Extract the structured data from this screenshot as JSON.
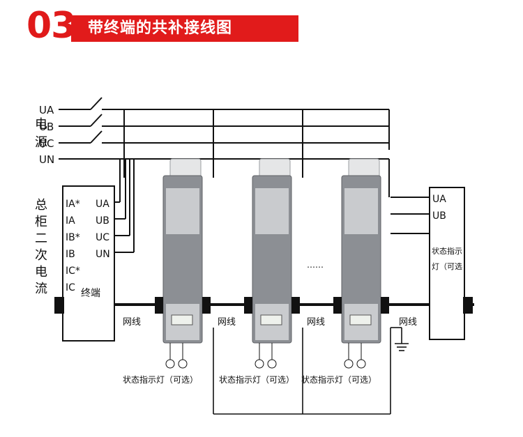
{
  "header": {
    "number": "03",
    "title": "带终端的共补接线图"
  },
  "source": {
    "chars": [
      "电",
      "源"
    ],
    "lines": [
      "UA",
      "UB",
      "UC",
      "UN"
    ]
  },
  "cabinet": {
    "chars": [
      "总",
      "柜",
      "二",
      "次",
      "电",
      "流"
    ],
    "inputs": [
      "IA*",
      "IA",
      "IB*",
      "IB",
      "IC*",
      "IC"
    ],
    "outputs": [
      "UA",
      "UB",
      "UC",
      "UN"
    ],
    "label": "终端"
  },
  "network_label": "网线",
  "ellipsis": "……",
  "indicator_label": "状态指示灯（可选）",
  "right_box": {
    "lines": [
      "UA",
      "UB"
    ],
    "text_1": "状态指示",
    "text_2": "灯（可选"
  },
  "colors": {
    "accent": "#e11b1b",
    "device": "#8c8f94",
    "device_light": "#c9cbce"
  }
}
